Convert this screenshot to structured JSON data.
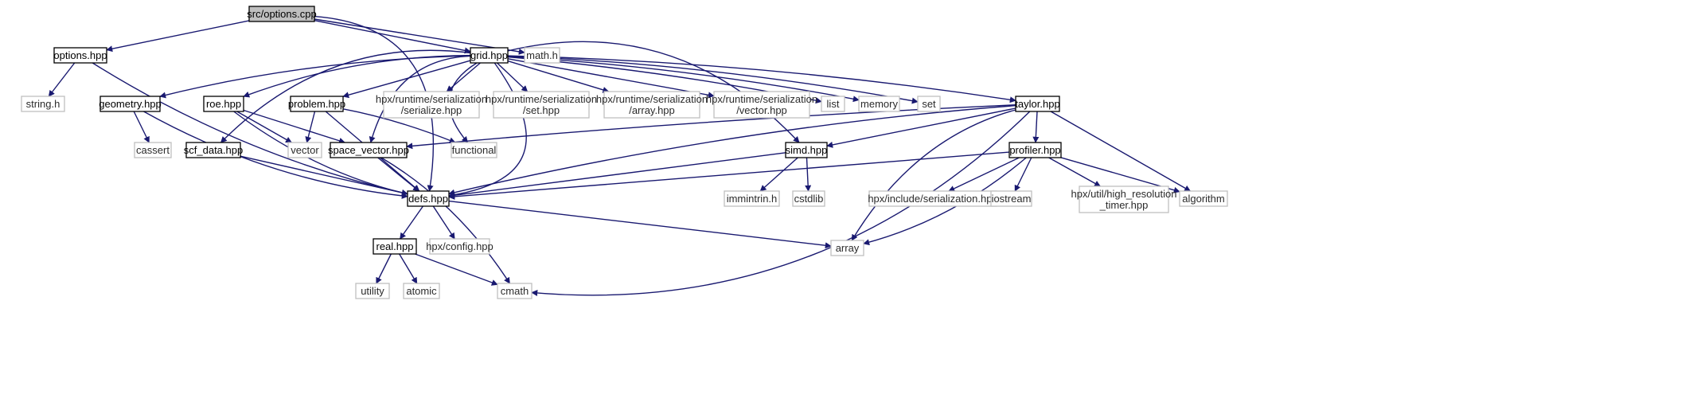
{
  "graph": {
    "root": "src/options.cpp",
    "nodes": {
      "options_cpp": {
        "label": [
          "src/options.cpp"
        ],
        "kind": "root"
      },
      "options_hpp": {
        "label": [
          "options.hpp"
        ],
        "kind": "project"
      },
      "grid_hpp": {
        "label": [
          "grid.hpp"
        ],
        "kind": "project"
      },
      "math_h": {
        "label": [
          "math.h"
        ],
        "kind": "system"
      },
      "string_h": {
        "label": [
          "string.h"
        ],
        "kind": "system"
      },
      "geometry_hpp": {
        "label": [
          "geometry.hpp"
        ],
        "kind": "project"
      },
      "scf_data_hpp": {
        "label": [
          "scf_data.hpp"
        ],
        "kind": "project"
      },
      "roe_hpp": {
        "label": [
          "roe.hpp"
        ],
        "kind": "project"
      },
      "problem_hpp": {
        "label": [
          "problem.hpp"
        ],
        "kind": "project"
      },
      "hpx_ser_serialize": {
        "label": [
          "hpx/runtime/serialization",
          "/serialize.hpp"
        ],
        "kind": "system"
      },
      "hpx_ser_set": {
        "label": [
          "hpx/runtime/serialization",
          "/set.hpp"
        ],
        "kind": "system"
      },
      "hpx_ser_array": {
        "label": [
          "hpx/runtime/serialization",
          "/array.hpp"
        ],
        "kind": "system"
      },
      "hpx_ser_vector": {
        "label": [
          "hpx/runtime/serialization",
          "/vector.hpp"
        ],
        "kind": "system"
      },
      "list": {
        "label": [
          "list"
        ],
        "kind": "system"
      },
      "memory": {
        "label": [
          "memory"
        ],
        "kind": "system"
      },
      "set": {
        "label": [
          "set"
        ],
        "kind": "system"
      },
      "taylor_hpp": {
        "label": [
          "taylor.hpp"
        ],
        "kind": "project"
      },
      "cassert": {
        "label": [
          "cassert"
        ],
        "kind": "system"
      },
      "vector": {
        "label": [
          "vector"
        ],
        "kind": "system"
      },
      "space_vector_hpp": {
        "label": [
          "space_vector.hpp"
        ],
        "kind": "project"
      },
      "functional": {
        "label": [
          "functional"
        ],
        "kind": "system"
      },
      "simd_hpp": {
        "label": [
          "simd.hpp"
        ],
        "kind": "project"
      },
      "profiler_hpp": {
        "label": [
          "profiler.hpp"
        ],
        "kind": "project"
      },
      "defs_hpp": {
        "label": [
          "defs.hpp"
        ],
        "kind": "project"
      },
      "immintrin_h": {
        "label": [
          "immintrin.h"
        ],
        "kind": "system"
      },
      "cstdlib": {
        "label": [
          "cstdlib"
        ],
        "kind": "system"
      },
      "hpx_include_serialization": {
        "label": [
          "hpx/include/serialization.hpp"
        ],
        "kind": "system"
      },
      "iostream": {
        "label": [
          "iostream"
        ],
        "kind": "system"
      },
      "hpx_util_hrt": {
        "label": [
          "hpx/util/high_resolution",
          "_timer.hpp"
        ],
        "kind": "system"
      },
      "algorithm": {
        "label": [
          "algorithm"
        ],
        "kind": "system"
      },
      "real_hpp": {
        "label": [
          "real.hpp"
        ],
        "kind": "project"
      },
      "hpx_config": {
        "label": [
          "hpx/config.hpp"
        ],
        "kind": "system"
      },
      "array": {
        "label": [
          "array"
        ],
        "kind": "system"
      },
      "utility": {
        "label": [
          "utility"
        ],
        "kind": "system"
      },
      "atomic": {
        "label": [
          "atomic"
        ],
        "kind": "system"
      },
      "cmath": {
        "label": [
          "cmath"
        ],
        "kind": "system"
      }
    },
    "edges": [
      [
        "options_cpp",
        "options_hpp"
      ],
      [
        "options_cpp",
        "grid_hpp"
      ],
      [
        "options_cpp",
        "math_h"
      ],
      [
        "options_cpp",
        "defs_hpp"
      ],
      [
        "options_hpp",
        "string_h"
      ],
      [
        "options_hpp",
        "defs_hpp"
      ],
      [
        "grid_hpp",
        "geometry_hpp"
      ],
      [
        "grid_hpp",
        "scf_data_hpp"
      ],
      [
        "grid_hpp",
        "roe_hpp"
      ],
      [
        "grid_hpp",
        "problem_hpp"
      ],
      [
        "grid_hpp",
        "space_vector_hpp"
      ],
      [
        "grid_hpp",
        "functional"
      ],
      [
        "grid_hpp",
        "hpx_ser_serialize"
      ],
      [
        "grid_hpp",
        "hpx_ser_set"
      ],
      [
        "grid_hpp",
        "hpx_ser_array"
      ],
      [
        "grid_hpp",
        "hpx_ser_vector"
      ],
      [
        "grid_hpp",
        "list"
      ],
      [
        "grid_hpp",
        "memory"
      ],
      [
        "grid_hpp",
        "set"
      ],
      [
        "grid_hpp",
        "taylor_hpp"
      ],
      [
        "grid_hpp",
        "simd_hpp"
      ],
      [
        "grid_hpp",
        "defs_hpp"
      ],
      [
        "geometry_hpp",
        "cassert"
      ],
      [
        "geometry_hpp",
        "defs_hpp"
      ],
      [
        "scf_data_hpp",
        "defs_hpp"
      ],
      [
        "roe_hpp",
        "vector"
      ],
      [
        "roe_hpp",
        "space_vector_hpp"
      ],
      [
        "roe_hpp",
        "defs_hpp"
      ],
      [
        "problem_hpp",
        "vector"
      ],
      [
        "problem_hpp",
        "functional"
      ],
      [
        "problem_hpp",
        "defs_hpp"
      ],
      [
        "space_vector_hpp",
        "cmath"
      ],
      [
        "space_vector_hpp",
        "defs_hpp"
      ],
      [
        "taylor_hpp",
        "space_vector_hpp"
      ],
      [
        "taylor_hpp",
        "simd_hpp"
      ],
      [
        "taylor_hpp",
        "profiler_hpp"
      ],
      [
        "taylor_hpp",
        "algorithm"
      ],
      [
        "taylor_hpp",
        "array"
      ],
      [
        "taylor_hpp",
        "cmath"
      ],
      [
        "taylor_hpp",
        "defs_hpp"
      ],
      [
        "simd_hpp",
        "immintrin_h"
      ],
      [
        "simd_hpp",
        "cstdlib"
      ],
      [
        "simd_hpp",
        "defs_hpp"
      ],
      [
        "profiler_hpp",
        "hpx_include_serialization"
      ],
      [
        "profiler_hpp",
        "iostream"
      ],
      [
        "profiler_hpp",
        "hpx_util_hrt"
      ],
      [
        "profiler_hpp",
        "algorithm"
      ],
      [
        "profiler_hpp",
        "array"
      ],
      [
        "profiler_hpp",
        "defs_hpp"
      ],
      [
        "defs_hpp",
        "real_hpp"
      ],
      [
        "defs_hpp",
        "hpx_config"
      ],
      [
        "defs_hpp",
        "array"
      ],
      [
        "real_hpp",
        "utility"
      ],
      [
        "real_hpp",
        "atomic"
      ],
      [
        "real_hpp",
        "cmath"
      ]
    ]
  },
  "colors": {
    "edge": "#191970",
    "root_fill": "#bfbfbf",
    "project_border": "#000000",
    "system_border": "#bfbfbf"
  }
}
